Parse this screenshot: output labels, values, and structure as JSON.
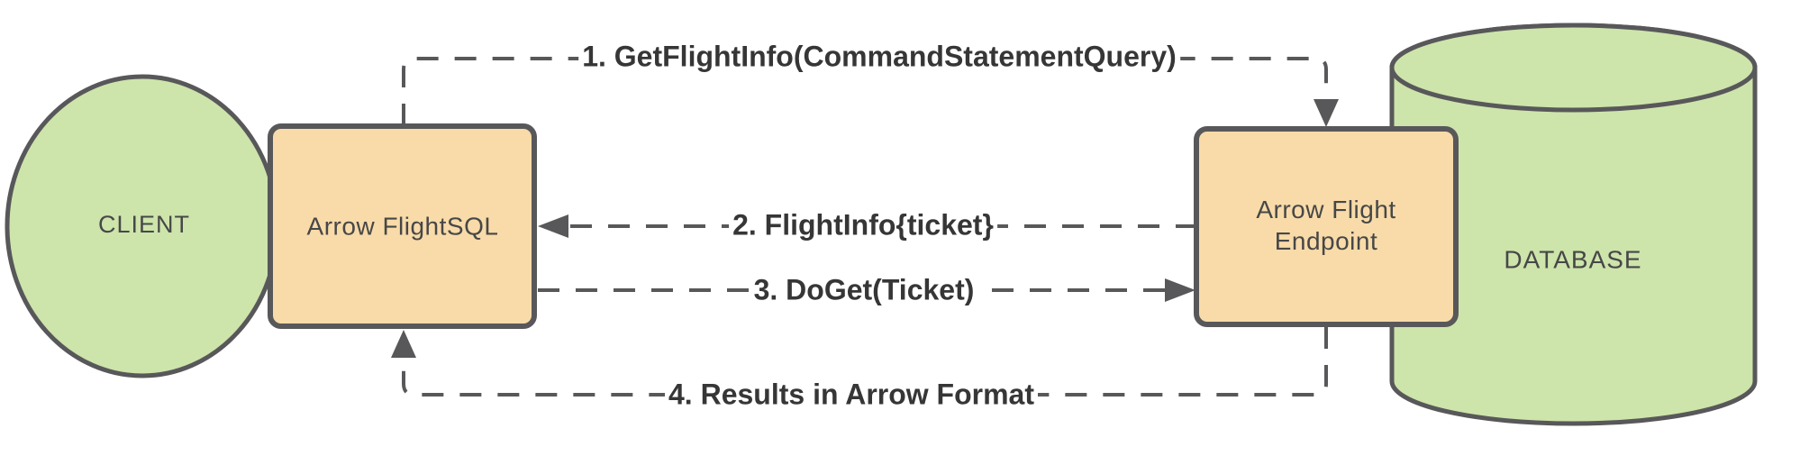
{
  "diagram": {
    "title_hint": "Arrow Flight SQL query flow",
    "colors": {
      "node_green_fill": "#cde4ab",
      "node_orange_fill": "#f8dba9",
      "stroke": "#58585a",
      "label_text": "#474747",
      "message_text": "#363636",
      "background": "#ffffff"
    },
    "nodes": {
      "client": {
        "shape": "ellipse",
        "label": "CLIENT"
      },
      "flightsql": {
        "shape": "rounded-rect",
        "label": "Arrow FlightSQL"
      },
      "endpoint": {
        "shape": "rounded-rect",
        "label": "Arrow Flight\nEndpoint"
      },
      "database": {
        "shape": "cylinder",
        "label": "DATABASE"
      }
    },
    "messages": [
      {
        "step": 1,
        "label": "1. GetFlightInfo(CommandStatementQuery)",
        "from": "flightsql",
        "to": "endpoint",
        "style": "dashed"
      },
      {
        "step": 2,
        "label": "2. FlightInfo{ticket}",
        "from": "endpoint",
        "to": "flightsql",
        "style": "dashed"
      },
      {
        "step": 3,
        "label": "3. DoGet(Ticket)",
        "from": "flightsql",
        "to": "endpoint",
        "style": "dashed"
      },
      {
        "step": 4,
        "label": "4. Results in Arrow Format",
        "from": "endpoint",
        "to": "flightsql",
        "style": "dashed"
      }
    ]
  }
}
